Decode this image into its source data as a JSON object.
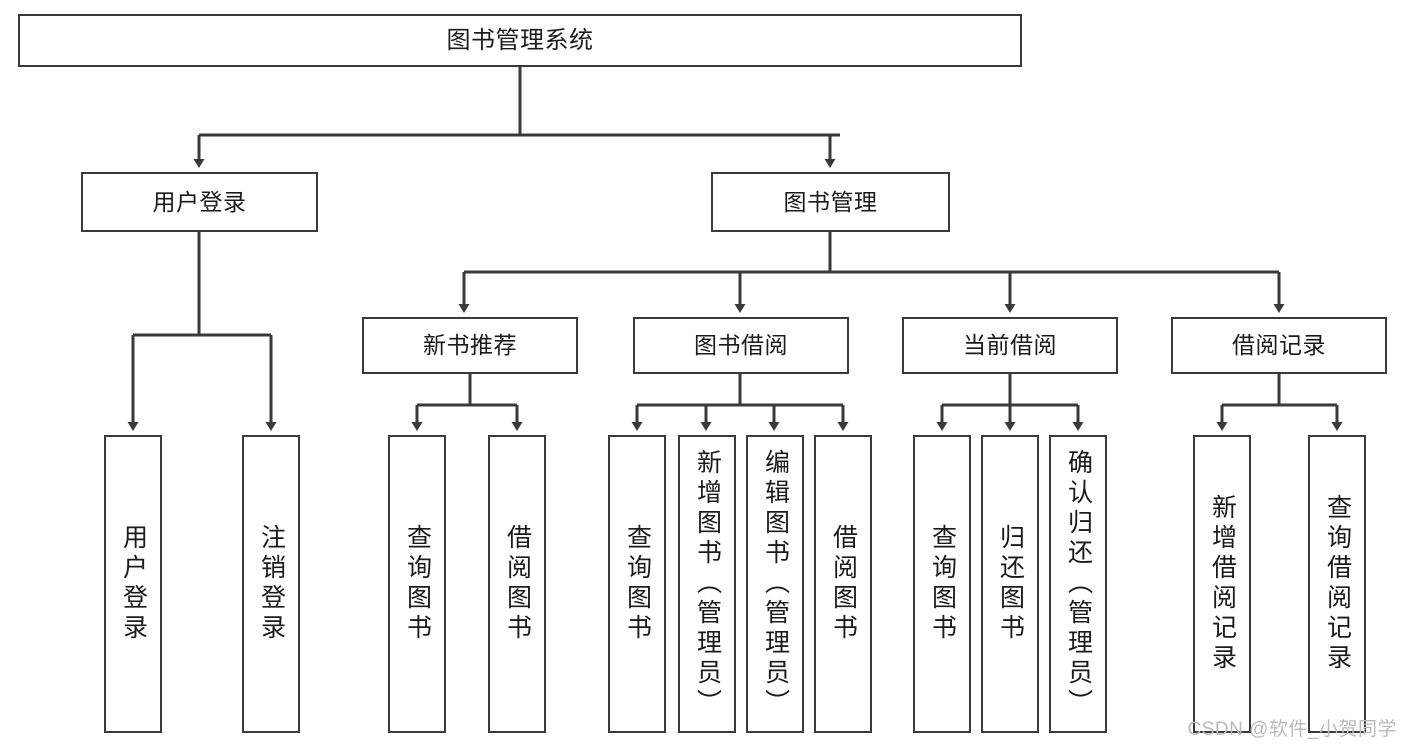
{
  "diagram": {
    "title": "图书管理系统",
    "type": "hierarchy-tree",
    "root": {
      "label": "图书管理系统"
    },
    "level2": [
      {
        "label": "用户登录"
      },
      {
        "label": "图书管理"
      }
    ],
    "level3": [
      {
        "label": "新书推荐"
      },
      {
        "label": "图书借阅"
      },
      {
        "label": "当前借阅"
      },
      {
        "label": "借阅记录"
      }
    ],
    "leaves": [
      {
        "label": "用户登录",
        "parent": "用户登录"
      },
      {
        "label": "注销登录",
        "parent": "用户登录"
      },
      {
        "label": "查询图书",
        "parent": "新书推荐"
      },
      {
        "label": "借阅图书",
        "parent": "新书推荐"
      },
      {
        "label": "查询图书",
        "parent": "图书借阅"
      },
      {
        "label": "新增图书（管理员）",
        "parent": "图书借阅"
      },
      {
        "label": "编辑图书（管理员）",
        "parent": "图书借阅"
      },
      {
        "label": "借阅图书",
        "parent": "图书借阅"
      },
      {
        "label": "查询图书",
        "parent": "当前借阅"
      },
      {
        "label": "归还图书",
        "parent": "当前借阅"
      },
      {
        "label": "确认归还（管理员）",
        "parent": "当前借阅"
      },
      {
        "label": "新增借阅记录",
        "parent": "借阅记录"
      },
      {
        "label": "查询借阅记录",
        "parent": "借阅记录"
      }
    ]
  },
  "watermark": {
    "text": "CSDN @软件_小贺同学"
  },
  "colors": {
    "stroke": "#3a3a3a",
    "background": "#ffffff",
    "text": "#1b1b1b",
    "watermark": "#b9b9b9"
  }
}
